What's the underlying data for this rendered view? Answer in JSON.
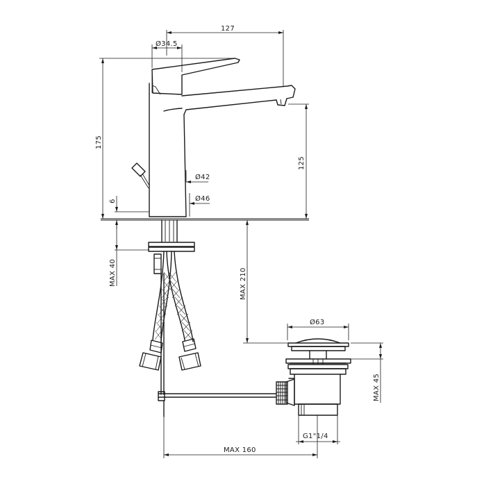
{
  "dimensions": {
    "spout_reach": "127",
    "handle_diameter": "Ø34.5",
    "total_height": "175",
    "spout_height": "125",
    "body_diameter_upper": "Ø42",
    "body_diameter_base": "Ø46",
    "base_thickness": "6",
    "deck_thickness_max": "MAX 40",
    "pop_up_depth_max": "MAX 210",
    "waste_diameter": "Ø63",
    "waste_height_max": "MAX 45",
    "waste_thread": "G1\"1/4",
    "rod_length_max": "MAX 160"
  }
}
